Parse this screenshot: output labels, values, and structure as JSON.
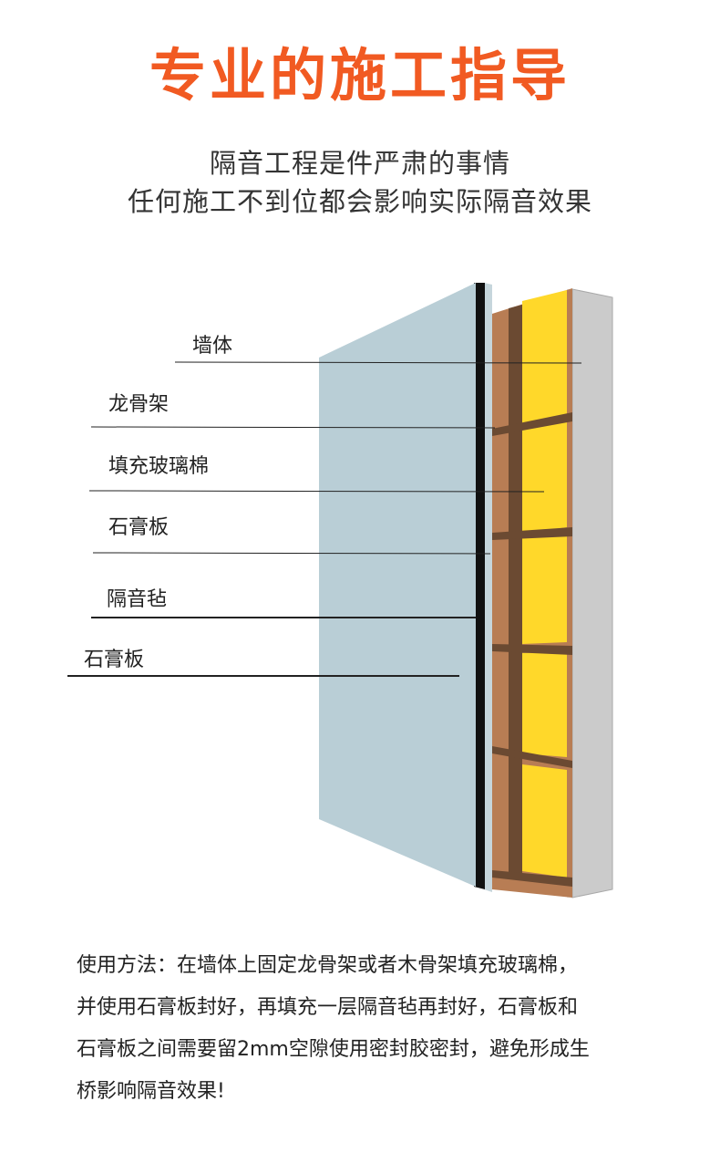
{
  "header": {
    "title": "专业的施工指导",
    "subtitle_line1": "隔音工程是件严肃的事情",
    "subtitle_line2": "任何施工不到位都会影响实际隔音效果"
  },
  "diagram": {
    "labels": [
      "墙体",
      "龙骨架",
      "填充玻璃棉",
      "石膏板",
      "隔音毡",
      "石膏板"
    ]
  },
  "description": {
    "lines": [
      "使用方法：在墙体上固定龙骨架或者木骨架填充玻璃棉，",
      "并使用石膏板封好，再填充一层隔音毡再封好，石膏板和",
      "石膏板之间需要留2mm空隙使用密封胶密封，避免形成生",
      "桥影响隔音效果!"
    ]
  },
  "colors": {
    "title": "#f15a22",
    "gypsum_board": "#b9ced6",
    "felt": "#111111",
    "wood_frame": "#b87d54",
    "wood_dark": "#6b4a32",
    "glass_wool": "#ffd82a",
    "wall": "#c9c9c9"
  }
}
